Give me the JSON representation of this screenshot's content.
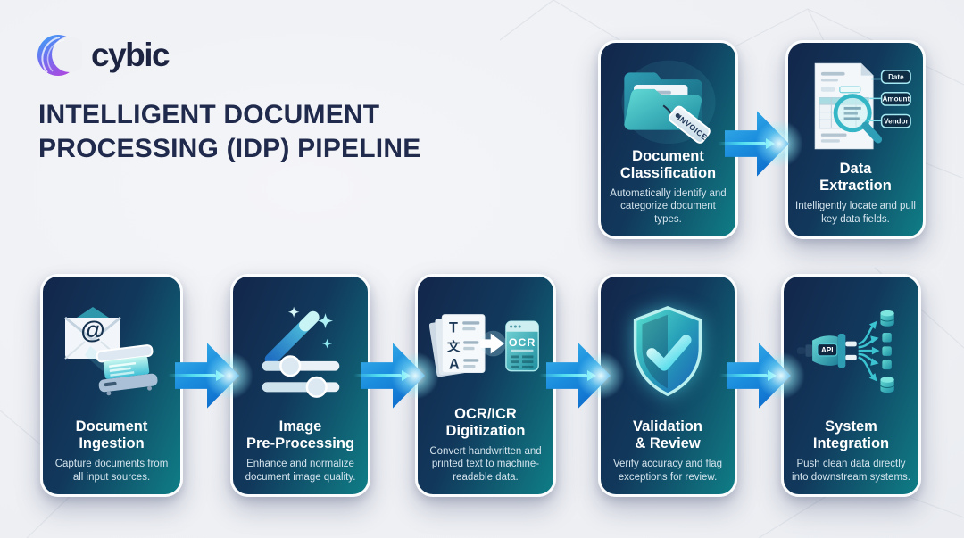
{
  "brand": {
    "name": "cybic"
  },
  "title": {
    "line1": "INTELLIGENT DOCUMENT",
    "line2": "PROCESSING (IDP) PIPELINE"
  },
  "colors": {
    "background": "#edeff3",
    "title_navy": "#202a4c",
    "card_gradient_start": "#12264a",
    "card_gradient_end": "#0f7e86",
    "arrow_blue": "#1b8ede",
    "arrow_cyan": "#56e4f0",
    "card_border": "#fbfcfd",
    "logo_gradient": [
      "#37a6f5",
      "#a94ae0"
    ]
  },
  "cards": {
    "classification": {
      "title": "Document Classification",
      "title_lines": [
        "Document",
        "Classification"
      ],
      "description": "Automatically identify and categorize document types.",
      "icon": "folder-invoice-tag-icon",
      "tag_label": "INVOICE"
    },
    "extraction": {
      "title": "Data Extraction",
      "title_lines": [
        "Data",
        "Extraction"
      ],
      "description": "Intelligently locate and pull key data fields.",
      "icon": "magnifier-document-icon",
      "fields": [
        "Date",
        "Amount",
        "Vendor"
      ]
    },
    "ingestion": {
      "title": "Document Ingestion",
      "title_lines": [
        "Document",
        "Ingestion"
      ],
      "description": "Capture documents from all input sources.",
      "icon": "email-scanner-icon",
      "at_symbol": "@"
    },
    "preprocessing": {
      "title": "Image Pre-Processing",
      "title_lines": [
        "Image",
        "Pre-Processing"
      ],
      "description": "Enhance and normalize document image quality.",
      "icon": "magic-wand-sliders-icon"
    },
    "ocr": {
      "title": "OCR/ICR Digitization",
      "title_lines": [
        "OCR/ICR",
        "Digitization"
      ],
      "description": "Convert handwritten and printed text to machine-readable data.",
      "icon": "document-to-ocr-icon",
      "window_label": "OCR",
      "glyphs": [
        "T",
        "文",
        "A"
      ]
    },
    "validation": {
      "title": "Validation & Review",
      "title_lines": [
        "Validation",
        "& Review"
      ],
      "description": "Verify accuracy and flag exceptions for review.",
      "icon": "shield-check-icon"
    },
    "integration": {
      "title": "System Integration",
      "title_lines": [
        "System",
        "Integration"
      ],
      "description": "Push clean data directly into downstream systems.",
      "icon": "api-plug-icon",
      "plug_label": "API"
    }
  }
}
